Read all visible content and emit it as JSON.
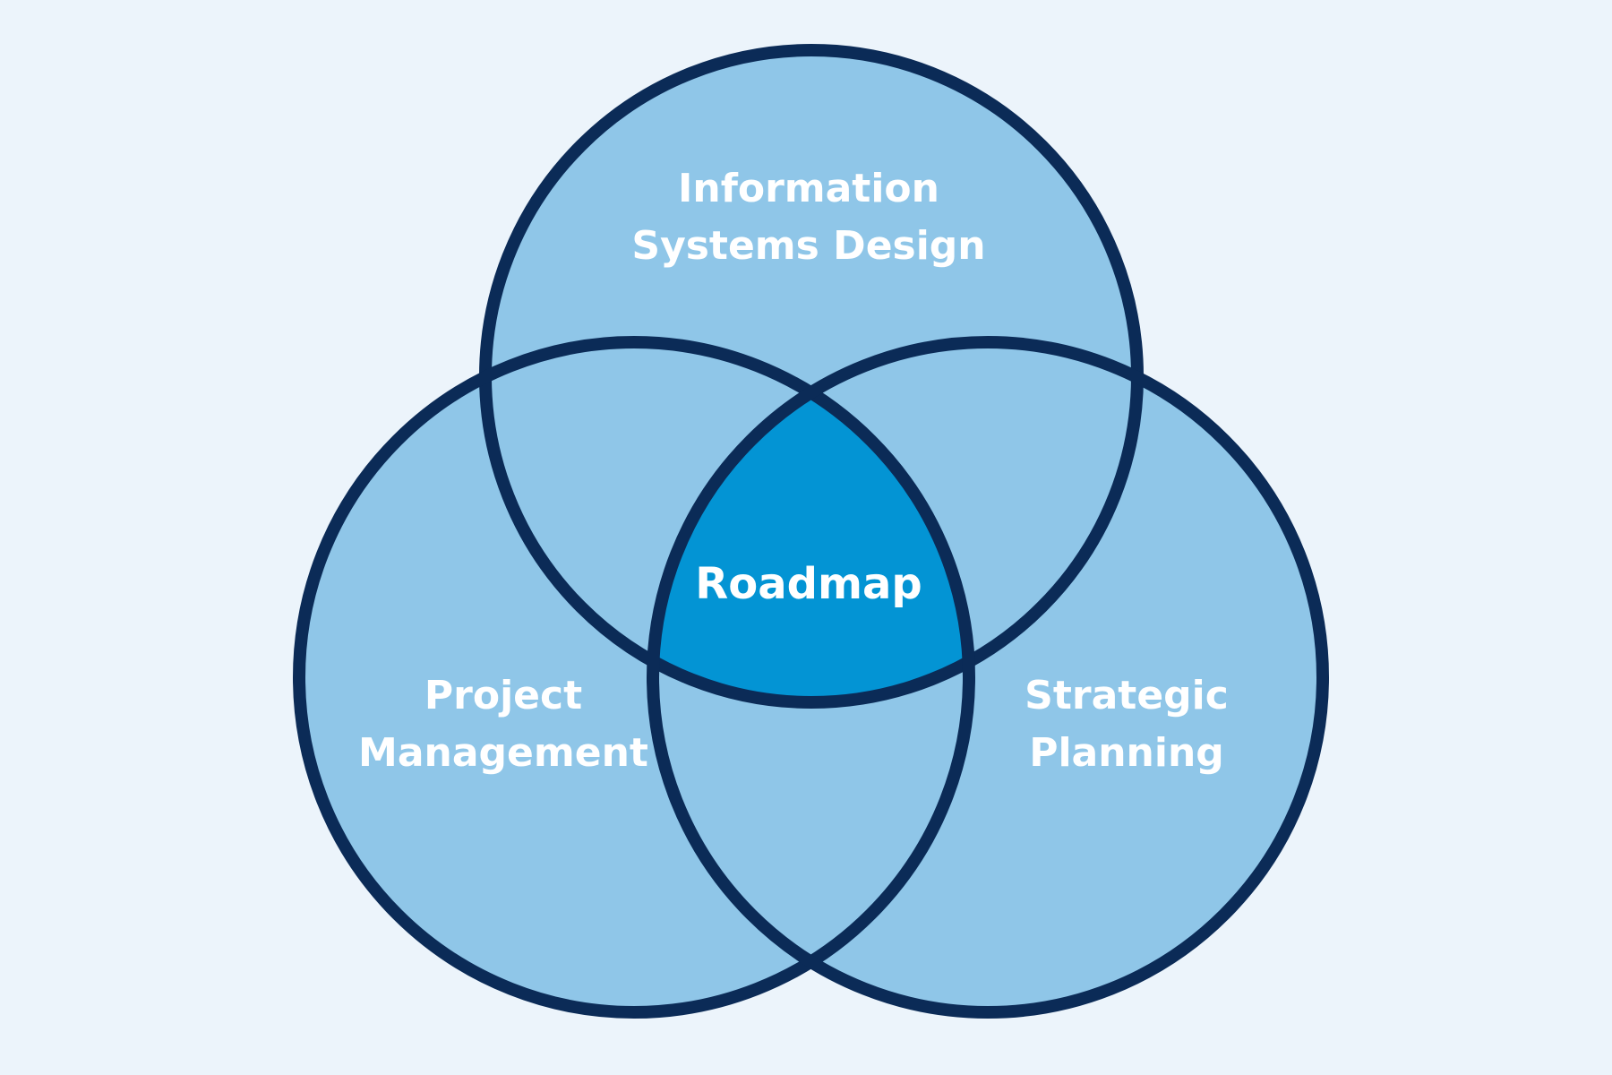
{
  "diagram": {
    "type": "venn",
    "colors": {
      "background": "#ECF4FB",
      "circle_fill": "#8FC6E8",
      "outline": "#0B2B57",
      "center_fill": "#0394D4",
      "label": "#FFFFFF"
    },
    "sets": [
      {
        "id": "top",
        "label_lines": [
          "Information",
          "Systems Design"
        ]
      },
      {
        "id": "left",
        "label_lines": [
          "Project",
          "Management"
        ]
      },
      {
        "id": "right",
        "label_lines": [
          "Strategic",
          "Planning"
        ]
      }
    ],
    "center": {
      "label": "Roadmap"
    }
  }
}
